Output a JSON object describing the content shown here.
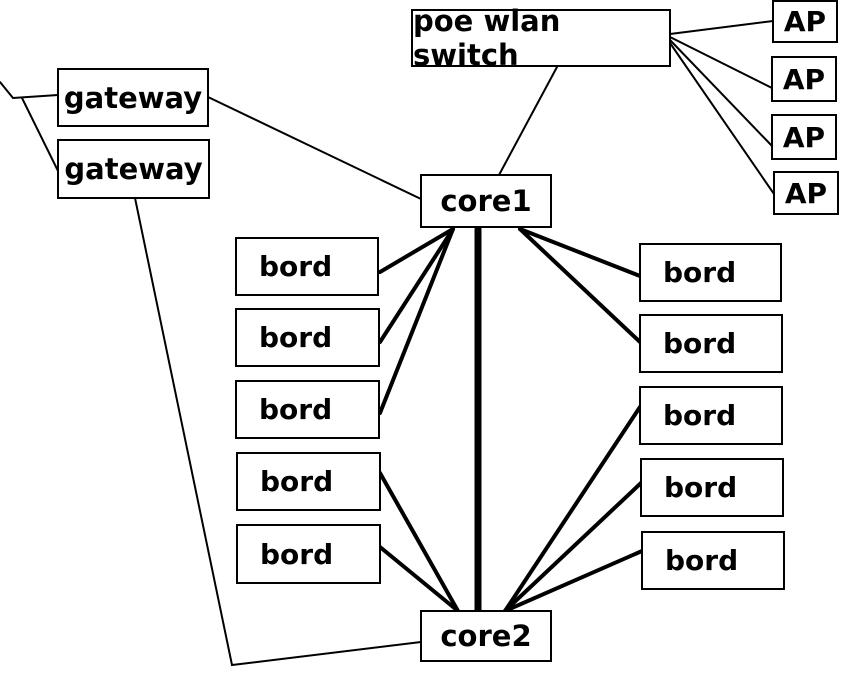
{
  "diagram": {
    "switch": "poe wlan switch",
    "gateways": [
      "gateway",
      "gateway"
    ],
    "cores": [
      "core1",
      "core2"
    ],
    "aps": [
      "AP",
      "AP",
      "AP",
      "AP"
    ],
    "bords_left": [
      "bord",
      "bord",
      "bord",
      "bord",
      "bord"
    ],
    "bords_right": [
      "bord",
      "bord",
      "bord",
      "bord",
      "bord"
    ]
  }
}
